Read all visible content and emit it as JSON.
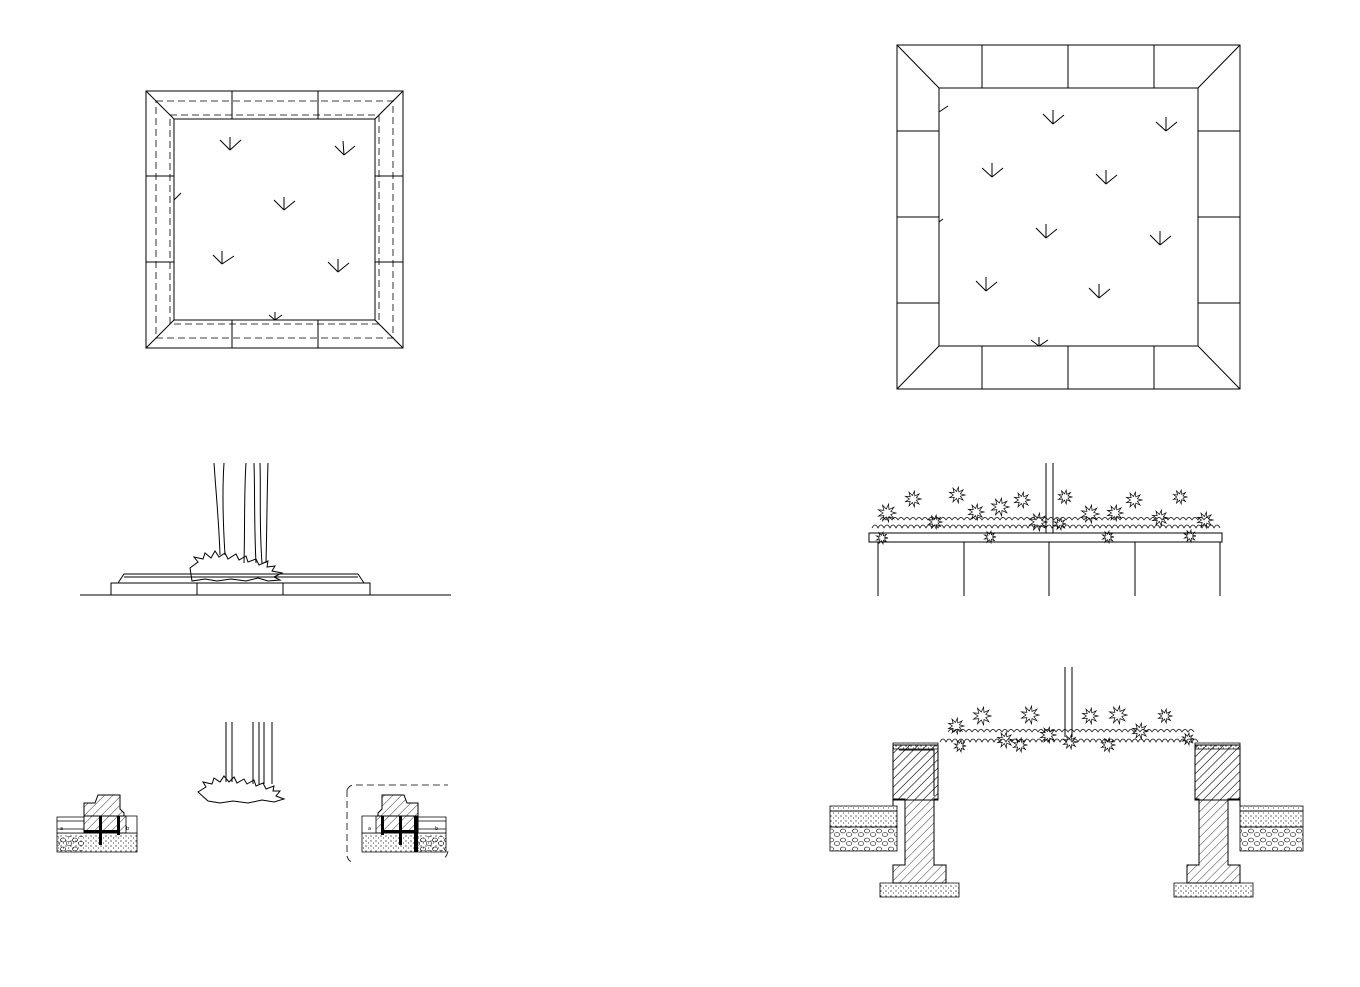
{
  "sheet": {
    "background": "#ffffff",
    "line_color": "#000000"
  },
  "views": [
    {
      "id": "small-tree-pit-plan",
      "kind": "plan"
    },
    {
      "id": "large-tree-pit-plan",
      "kind": "plan"
    },
    {
      "id": "small-tree-pit-elevation",
      "kind": "elevation"
    },
    {
      "id": "large-tree-pit-elevation",
      "kind": "elevation"
    },
    {
      "id": "small-tree-pit-section",
      "kind": "section"
    },
    {
      "id": "large-tree-pit-section",
      "kind": "section"
    }
  ],
  "section_labels": {
    "left_a": "a",
    "left_b": "b",
    "right_a": "a",
    "right_b": "b"
  }
}
